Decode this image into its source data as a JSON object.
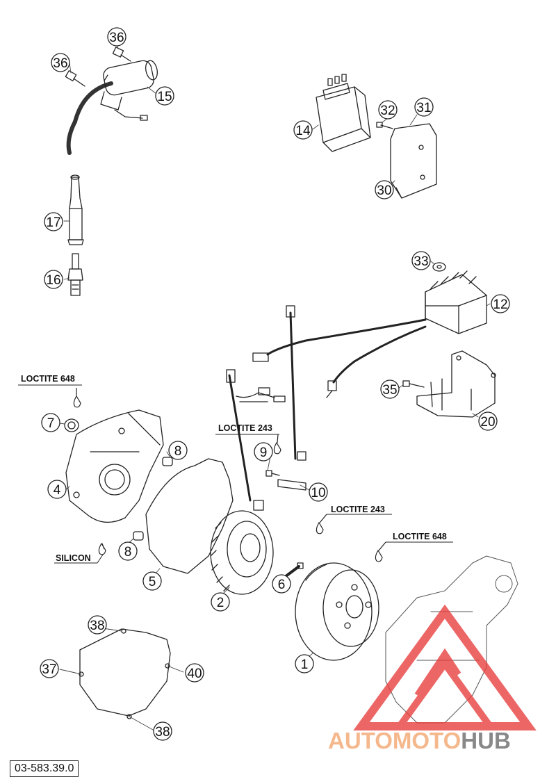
{
  "diagram": {
    "callouts": {
      "c36a": "36",
      "c36b": "36",
      "c15": "15",
      "c14": "14",
      "c32": "32",
      "c31": "31",
      "c30": "30",
      "c17": "17",
      "c16": "16",
      "c33": "33",
      "c12": "12",
      "c35": "35",
      "c20": "20",
      "c7": "7",
      "c4": "4",
      "c8a": "8",
      "c8b": "8",
      "c9": "9",
      "c10": "10",
      "c5": "5",
      "c2": "2",
      "c6": "6",
      "c1": "1",
      "c38a": "38",
      "c37": "37",
      "c40": "40",
      "c38b": "38"
    },
    "notes": {
      "loctite648_left": "LOCTITE 648",
      "loctite243_mid": "LOCTITE 243",
      "loctite243_right": "LOCTITE 243",
      "loctite648_right": "LOCTITE 648",
      "silicon": "SILICON"
    },
    "document_id": "03-583.39.0"
  },
  "watermark": {
    "word_part1": "AUTOMOTO",
    "word_part2": "HUB",
    "color_part1": "#f5b88c",
    "color_part2": "#888888",
    "logo_color": "#e94040"
  }
}
